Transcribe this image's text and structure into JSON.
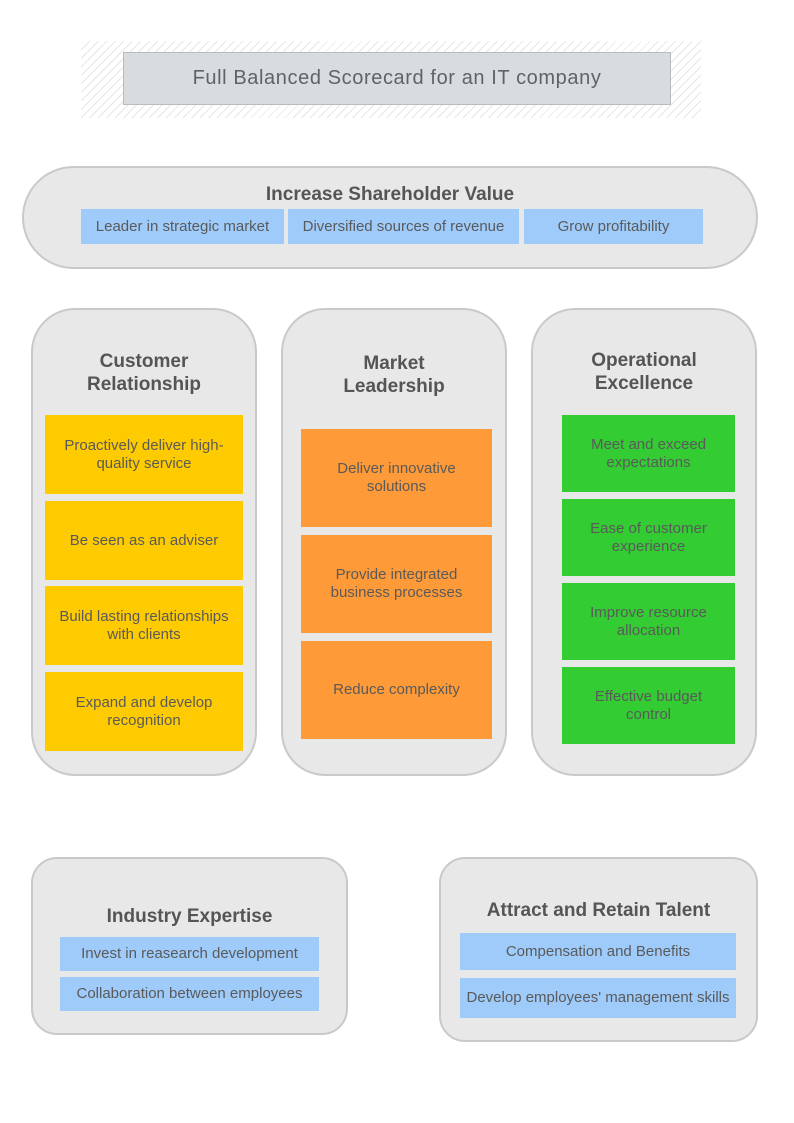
{
  "title": "Full Balanced Scorecard for an IT company",
  "colors": {
    "panel_fill": "#e8e8e8",
    "blue_item": "#9fcbfa",
    "yellow_item": "#fecb00",
    "orange_item": "#fe9a37",
    "green_item": "#33cc33",
    "title_fill": "#d9dcdf"
  },
  "shareholder": {
    "title": "Increase Shareholder Value",
    "items": [
      "Leader in strategic market",
      "Diversified sources of revenue",
      "Grow profitability"
    ]
  },
  "customer": {
    "title": "Customer Relationship",
    "items": [
      "Proactively deliver high-quality service",
      "Be seen as an adviser",
      "Build lasting relationships with clients",
      "Expand and develop recognition"
    ]
  },
  "market": {
    "title": "Market Leadership",
    "items": [
      "Deliver innovative solutions",
      "Provide integrated business processes",
      "Reduce complexity"
    ]
  },
  "operational": {
    "title": "Operational Excellence",
    "items": [
      "Meet and exceed expectations",
      "Ease of customer experience",
      "Improve resource allocation",
      "Effective budget control"
    ]
  },
  "industry": {
    "title": "Industry Expertise",
    "items": [
      "Invest in reasearch development",
      "Collaboration between employees"
    ]
  },
  "talent": {
    "title": "Attract and Retain Talent",
    "items": [
      "Compensation and Benefits",
      "Develop employees' management skills"
    ]
  }
}
